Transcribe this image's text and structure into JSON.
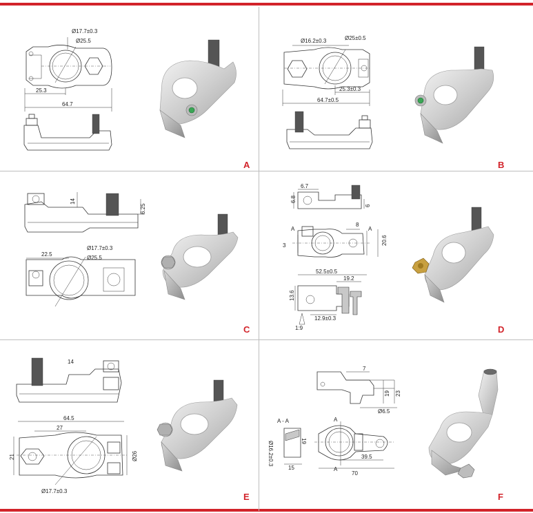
{
  "colors": {
    "accent": "#d2232a",
    "divider": "#bdbdbd",
    "line": "#333333"
  },
  "panels": {
    "A": {
      "label": "A",
      "dims": {
        "d1": "Ø17.7±0.3",
        "d2": "Ø25.5",
        "w1": "25.3",
        "w2": "64.7"
      }
    },
    "B": {
      "label": "B",
      "dims": {
        "d1": "Ø16.2±0.3",
        "d2": "Ø25±0.5",
        "w1": "25.3±0.3",
        "w2": "64.7±0.5"
      }
    },
    "C": {
      "label": "C",
      "dims": {
        "h1": "14",
        "h2": "6.25",
        "w1": "22.5",
        "d1": "Ø17.7±0.3",
        "d2": "Ø25.5"
      }
    },
    "D": {
      "label": "D",
      "dims": {
        "t1": "6.7",
        "t2": "6.8",
        "t3": "6",
        "s1": "A",
        "s2": "A",
        "w8": "8",
        "h3": "3",
        "h20": "20.6",
        "w52": "52.5±0.5",
        "w19": "19.2",
        "h13": "13.6",
        "w12": "12.9±0.3",
        "ratio": "1:9"
      }
    },
    "E": {
      "label": "E",
      "dims": {
        "t14": "14",
        "w64": "64.5",
        "w27": "27",
        "h21": "21",
        "d26": "Ø26",
        "d17": "Ø17.7±0.3"
      }
    },
    "F": {
      "label": "F",
      "dims": {
        "t7": "7",
        "h19": "19",
        "h23": "23",
        "d65": "Ø6.5",
        "sec": "A - A",
        "a1": "A",
        "a2": "A",
        "d16": "Ø16.2±0.3",
        "v19": "19",
        "w39": "39.5",
        "w15": "15",
        "w70": "70"
      }
    }
  }
}
